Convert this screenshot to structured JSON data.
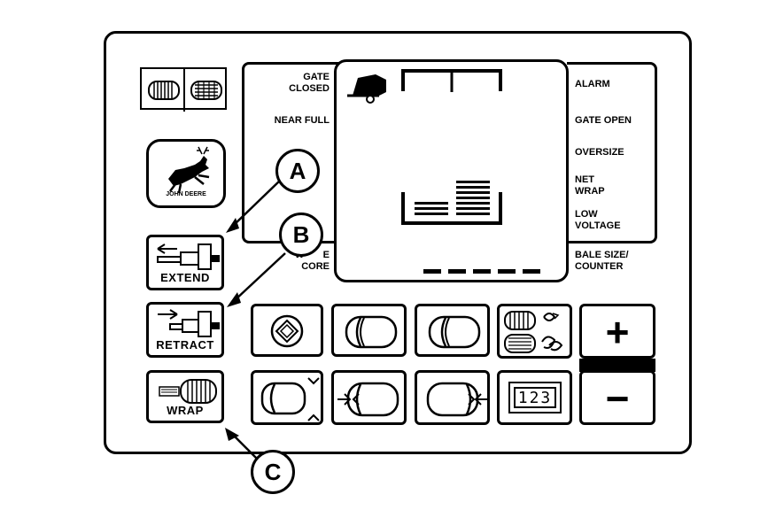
{
  "left_buttons": {
    "extend_label": "EXTEND",
    "retract_label": "RETRACT",
    "wrap_label": "WRAP"
  },
  "logo": {
    "text": "JOHN DEERE"
  },
  "display": {
    "left_labels": {
      "gate_closed": [
        "GATE",
        "CLOSED"
      ],
      "near_full": "NEAR FULL",
      "wrap_size_partial": "W       E",
      "core": "CORE"
    },
    "right_labels": {
      "alarm": "ALARM",
      "gate_open": "GATE OPEN",
      "oversize": "OVERSIZE",
      "net_wrap": [
        "NET",
        "WRAP"
      ],
      "low_voltage": [
        "LOW",
        "VOLTAGE"
      ],
      "bale_size_counter": [
        "BALE SIZE/",
        "COUNTER"
      ]
    }
  },
  "counter_display": {
    "value": "123"
  },
  "plus_minus": {
    "plus": "+",
    "minus": "−"
  },
  "callouts": {
    "a": "A",
    "b": "B",
    "c": "C"
  },
  "icons": {
    "roll_pair": "bale-rolls-icon",
    "baler": "baler-icon",
    "diamond": "diamond-setting-icon",
    "bale_left": "bale-shape-left-icon",
    "bale_right": "bale-shape-right-icon",
    "net_rolls": "net-rolls-icon",
    "bale_dimension": "bale-diameter-icon",
    "bale_core_left": "bale-core-left-icon",
    "bale_core_right": "bale-core-right-icon"
  }
}
